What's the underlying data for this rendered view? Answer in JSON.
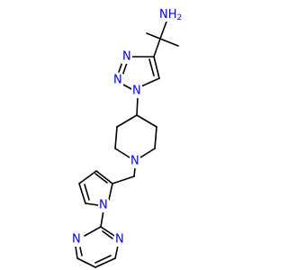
{
  "molecule": {
    "colors": {
      "nitrogen": "#0000FF",
      "carbon_bond": "#000000",
      "background": "#FFFFFF"
    },
    "labels": {
      "amine": "NH",
      "amine_subscript": "2",
      "triazole_n1": "N",
      "triazole_n2": "N",
      "triazole_n3": "N",
      "piperidine_n": "N",
      "pyrrole_n": "N",
      "pyrimidine_n1": "N",
      "pyrimidine_n2": "N"
    }
  }
}
